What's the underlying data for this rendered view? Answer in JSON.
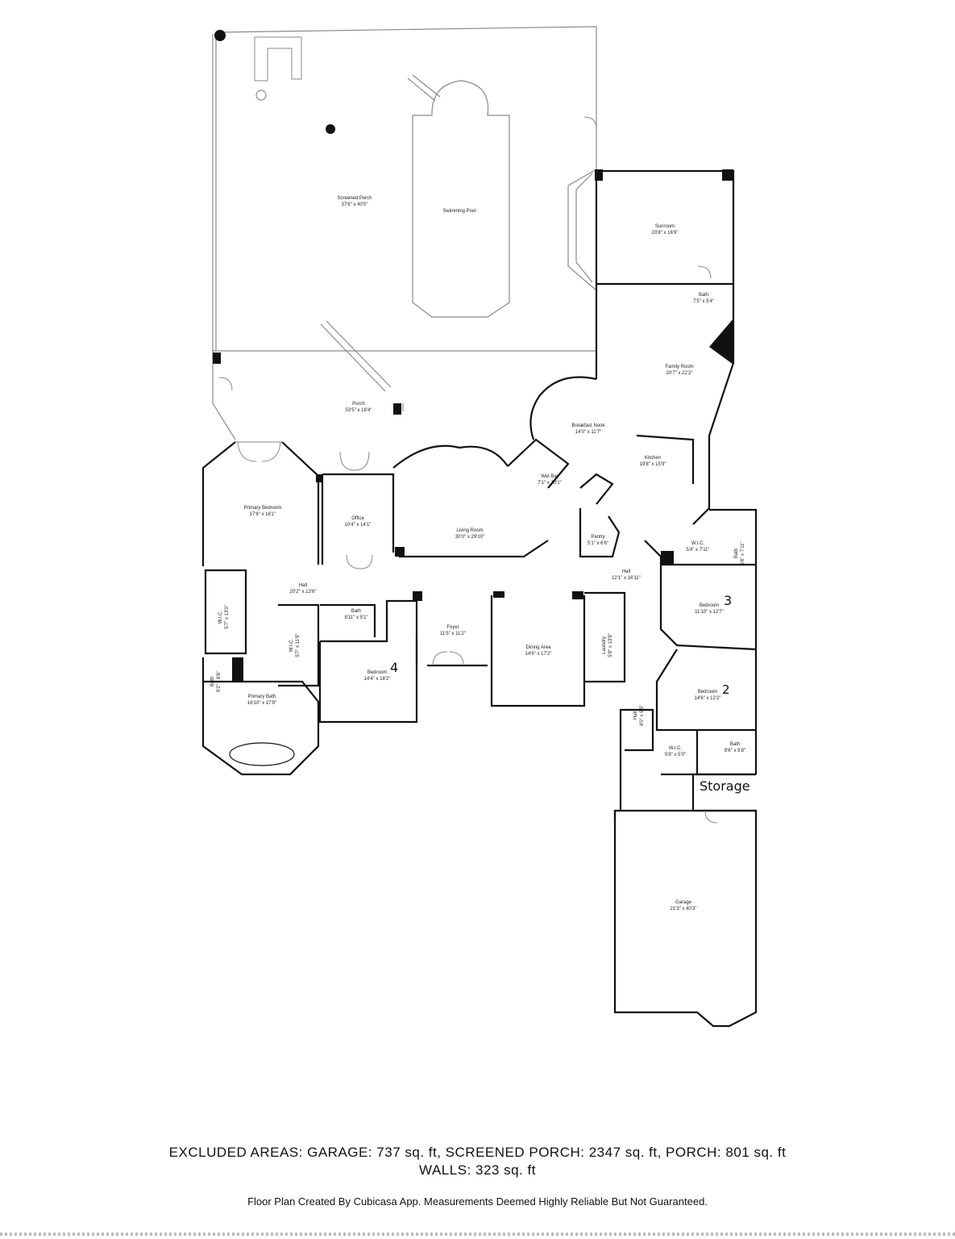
{
  "rooms": {
    "screened_porch": {
      "name": "Screened Porch",
      "dim": "37'6\" x 40'0\""
    },
    "swimming_pool": {
      "name": "Swimming Pool"
    },
    "sunroom": {
      "name": "Sunroom",
      "dim": "20'8\" x 16'9\""
    },
    "bath_sun": {
      "name": "Bath",
      "dim": "7'5\" x 5'4\""
    },
    "family_room": {
      "name": "Family Room",
      "dim": "20'7\" x 22'2\""
    },
    "porch": {
      "name": "Porch",
      "dim": "53'5\" x 18'4\""
    },
    "breakfast_nook": {
      "name": "Breakfast Nook",
      "dim": "14'0\" x 11'7\""
    },
    "kitchen": {
      "name": "Kitchen",
      "dim": "19'8\" x 15'9\""
    },
    "wet_bar": {
      "name": "Wet Bar",
      "dim": "7'1\" x 10'1\""
    },
    "primary_bedroom": {
      "name": "Primary Bedroom",
      "dim": "17'8\" x 16'1\""
    },
    "office": {
      "name": "Office",
      "dim": "10'4\" x 14'1\""
    },
    "living_room": {
      "name": "Living Room",
      "dim": "30'0\" x 29'10\""
    },
    "pantry": {
      "name": "Pantry",
      "dim": "5'1\" x 6'6\""
    },
    "wic_kitchen": {
      "name": "W.I.C.",
      "dim": "5'4\" x 7'11\""
    },
    "bath_kitchen": {
      "name": "Bath",
      "dim": "5'6\" x 7'11\""
    },
    "hall_main": {
      "name": "Hall",
      "dim": "12'1\" x 16'11\""
    },
    "hall_west": {
      "name": "Hall",
      "dim": "20'2\" x 13'6\""
    },
    "bedroom3": {
      "name": "Bedroom",
      "dim": "11'10\" x 12'7\""
    },
    "wic_primary": {
      "name": "W.I.C.",
      "dim": "5'7\" x 13'0\""
    },
    "bath_hall": {
      "name": "Bath",
      "dim": "8'11\" x 5'1\""
    },
    "wic_bed4": {
      "name": "W.I.C.",
      "dim": "5'7\" x 11'9\""
    },
    "foyer": {
      "name": "Foyer",
      "dim": "11'5\" x 11'2\""
    },
    "dining_area": {
      "name": "Dining Area",
      "dim": "14'6\" x 17'2\""
    },
    "laundry": {
      "name": "Laundry",
      "dim": "5'8\" x 13'8\""
    },
    "bedroom4": {
      "name": "Bedroom",
      "dim": "14'4\" x 18'2\""
    },
    "bedroom2": {
      "name": "Bedroom",
      "dim": "14'6\" x 12'2\""
    },
    "bath_primary_small": {
      "name": "Bath",
      "dim": "5'2\" x 6'6\""
    },
    "primary_bath": {
      "name": "Primary Bath",
      "dim": "16'10\" x 17'9\""
    },
    "hall_east": {
      "name": "Hall",
      "dim": "4'0\" x 9'5\""
    },
    "wic_bed2": {
      "name": "W.I.C.",
      "dim": "5'8\" x 5'0\""
    },
    "bath_bed2": {
      "name": "Bath",
      "dim": "8'6\" x 5'8\""
    },
    "garage": {
      "name": "Garage",
      "dim": "21'3\" x 40'3\""
    }
  },
  "handwritten": {
    "bedroom3_num": "3",
    "bedroom4_num": "4",
    "bedroom2_num": "2",
    "storage": "Storage"
  },
  "excluded_areas": {
    "line1": "EXCLUDED AREAS: GARAGE: 737 sq. ft, SCREENED PORCH: 2347 sq. ft, PORCH: 801 sq. ft",
    "line2": "WALLS: 323 sq. ft"
  },
  "footer": "Floor Plan Created By Cubicasa App. Measurements Deemed Highly Reliable But Not Guaranteed.",
  "colors": {
    "ink": "#111111",
    "thin": "#8a8a8a",
    "paper": "#ffffff"
  }
}
